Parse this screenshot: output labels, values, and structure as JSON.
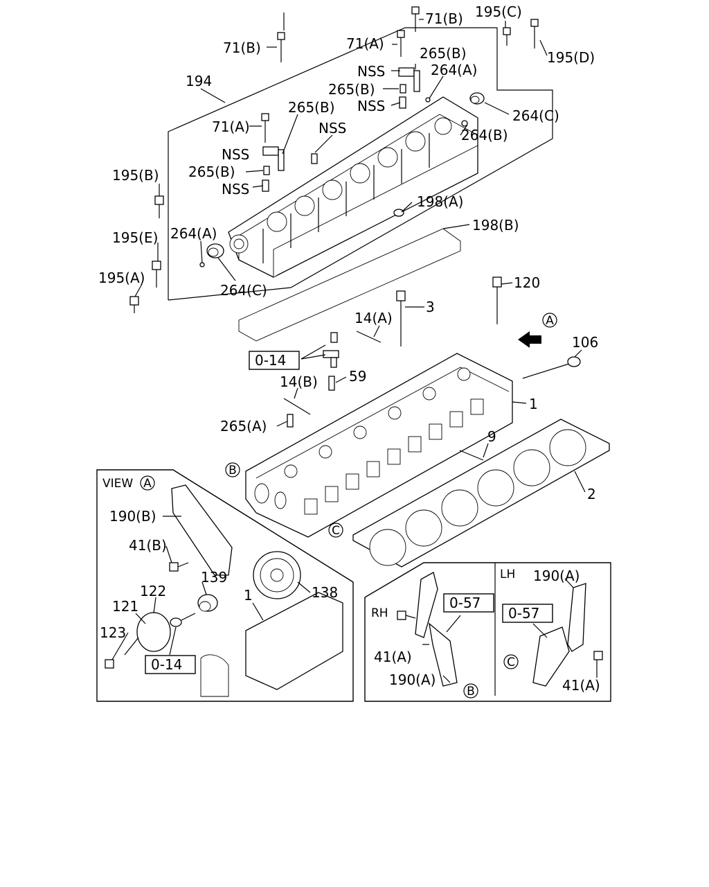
{
  "callouts": [
    {
      "text": "71(B)"
    },
    {
      "text": "195(C)"
    },
    {
      "text": "71(B)"
    },
    {
      "text": "71(A)"
    },
    {
      "text": "195(D)"
    },
    {
      "text": "265(B)"
    },
    {
      "text": "NSS"
    },
    {
      "text": "264(A)"
    },
    {
      "text": "194"
    },
    {
      "text": "265(B)"
    },
    {
      "text": "NSS"
    },
    {
      "text": "265(B)"
    },
    {
      "text": "264(C)"
    },
    {
      "text": "71(A)"
    },
    {
      "text": "NSS"
    },
    {
      "text": "264(B)"
    },
    {
      "text": "NSS"
    },
    {
      "text": "195(B)"
    },
    {
      "text": "265(B)"
    },
    {
      "text": "NSS"
    },
    {
      "text": "198(A)"
    },
    {
      "text": "198(B)"
    },
    {
      "text": "264(A)"
    },
    {
      "text": "195(E)"
    },
    {
      "text": "195(A)"
    },
    {
      "text": "264(C)"
    },
    {
      "text": "120"
    },
    {
      "text": "3"
    },
    {
      "text": "14(A)"
    },
    {
      "text": "106"
    },
    {
      "text": "0-14"
    },
    {
      "text": "59"
    },
    {
      "text": "14(B)"
    },
    {
      "text": "1"
    },
    {
      "text": "265(A)"
    },
    {
      "text": "9"
    },
    {
      "text": "2"
    },
    {
      "text": "VIEW"
    },
    {
      "text": "190(B)"
    },
    {
      "text": "41(B)"
    },
    {
      "text": "139"
    },
    {
      "text": "138"
    },
    {
      "text": "122"
    },
    {
      "text": "121"
    },
    {
      "text": "1"
    },
    {
      "text": "123"
    },
    {
      "text": "0-14"
    },
    {
      "text": "LH"
    },
    {
      "text": "190(A)"
    },
    {
      "text": "0-57"
    },
    {
      "text": "0-57"
    },
    {
      "text": "RH"
    },
    {
      "text": "41(A)"
    },
    {
      "text": "190(A)"
    },
    {
      "text": "41(A)"
    }
  ],
  "view_markers": {
    "a": "A",
    "b": "B",
    "c": "C"
  }
}
